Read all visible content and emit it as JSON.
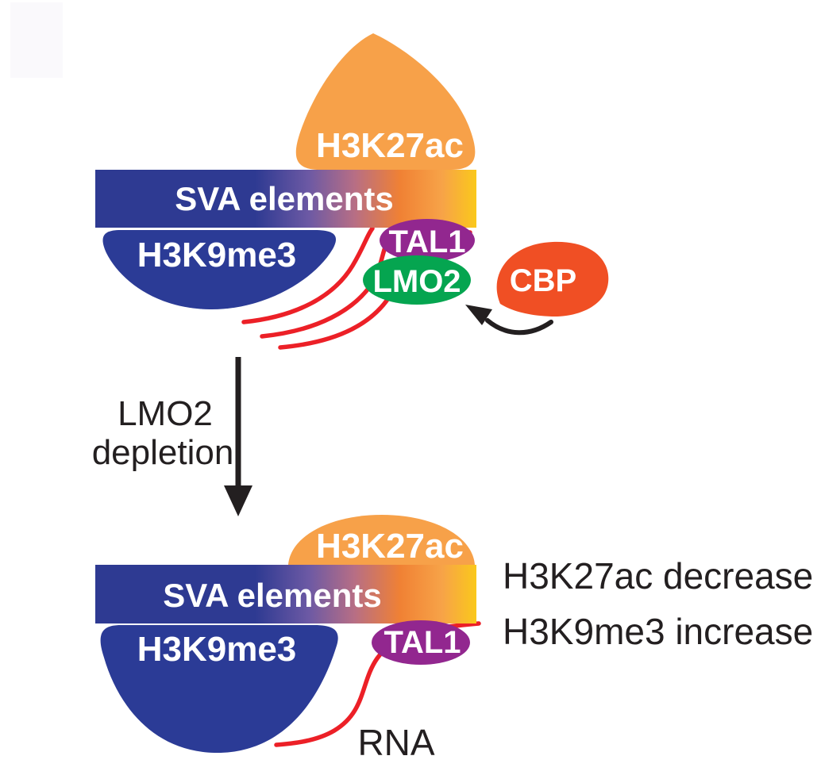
{
  "figure": {
    "description": "Model of LMO2 depletion effect on SVA elements chromatin state"
  },
  "colors": {
    "bar_blue": "#2E3A92",
    "bar_purple": "#6C59A4",
    "bar_mauve": "#B76E85",
    "bar_orange": "#F08134",
    "bar_light_orange": "#F7A348",
    "bar_yellow": "#FAC81B",
    "h3k27ac_orange": "#F7A149",
    "h3k9me3_blue": "#2B3B96",
    "tal1_purple": "#92278F",
    "lmo2_green": "#05A550",
    "cbp_orange": "#F04F24",
    "rna_red": "#EC2027",
    "arrow_black": "#231F20",
    "label_white": "#FFFFFF",
    "text_black": "#231F20"
  },
  "top_panel": {
    "h3k27ac_label": "H3K27ac",
    "sva_label": "SVA elements",
    "h3k9me3_label": "H3K9me3",
    "tal1_label": "TAL1",
    "lmo2_label": "LMO2",
    "cbp_label": "CBP"
  },
  "transition": {
    "line1": "LMO2",
    "line2": "depletion"
  },
  "bottom_panel": {
    "h3k27ac_label": "H3K27ac",
    "sva_label": "SVA elements",
    "h3k9me3_label": "H3K9me3",
    "tal1_label": "TAL1",
    "rna_label": "RNA",
    "note1": "H3K27ac decrease",
    "note2": "H3K9me3 increase"
  }
}
